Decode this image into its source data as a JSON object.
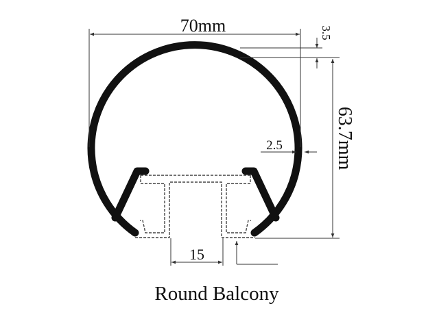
{
  "title": "Round Balcony",
  "dimensions": {
    "width": "70mm",
    "height": "63.7mm",
    "top_thickness": "3.5",
    "wall_thickness": "2.5",
    "slot_width": "15"
  },
  "colors": {
    "profile": "#111111",
    "lines": "#333333"
  }
}
